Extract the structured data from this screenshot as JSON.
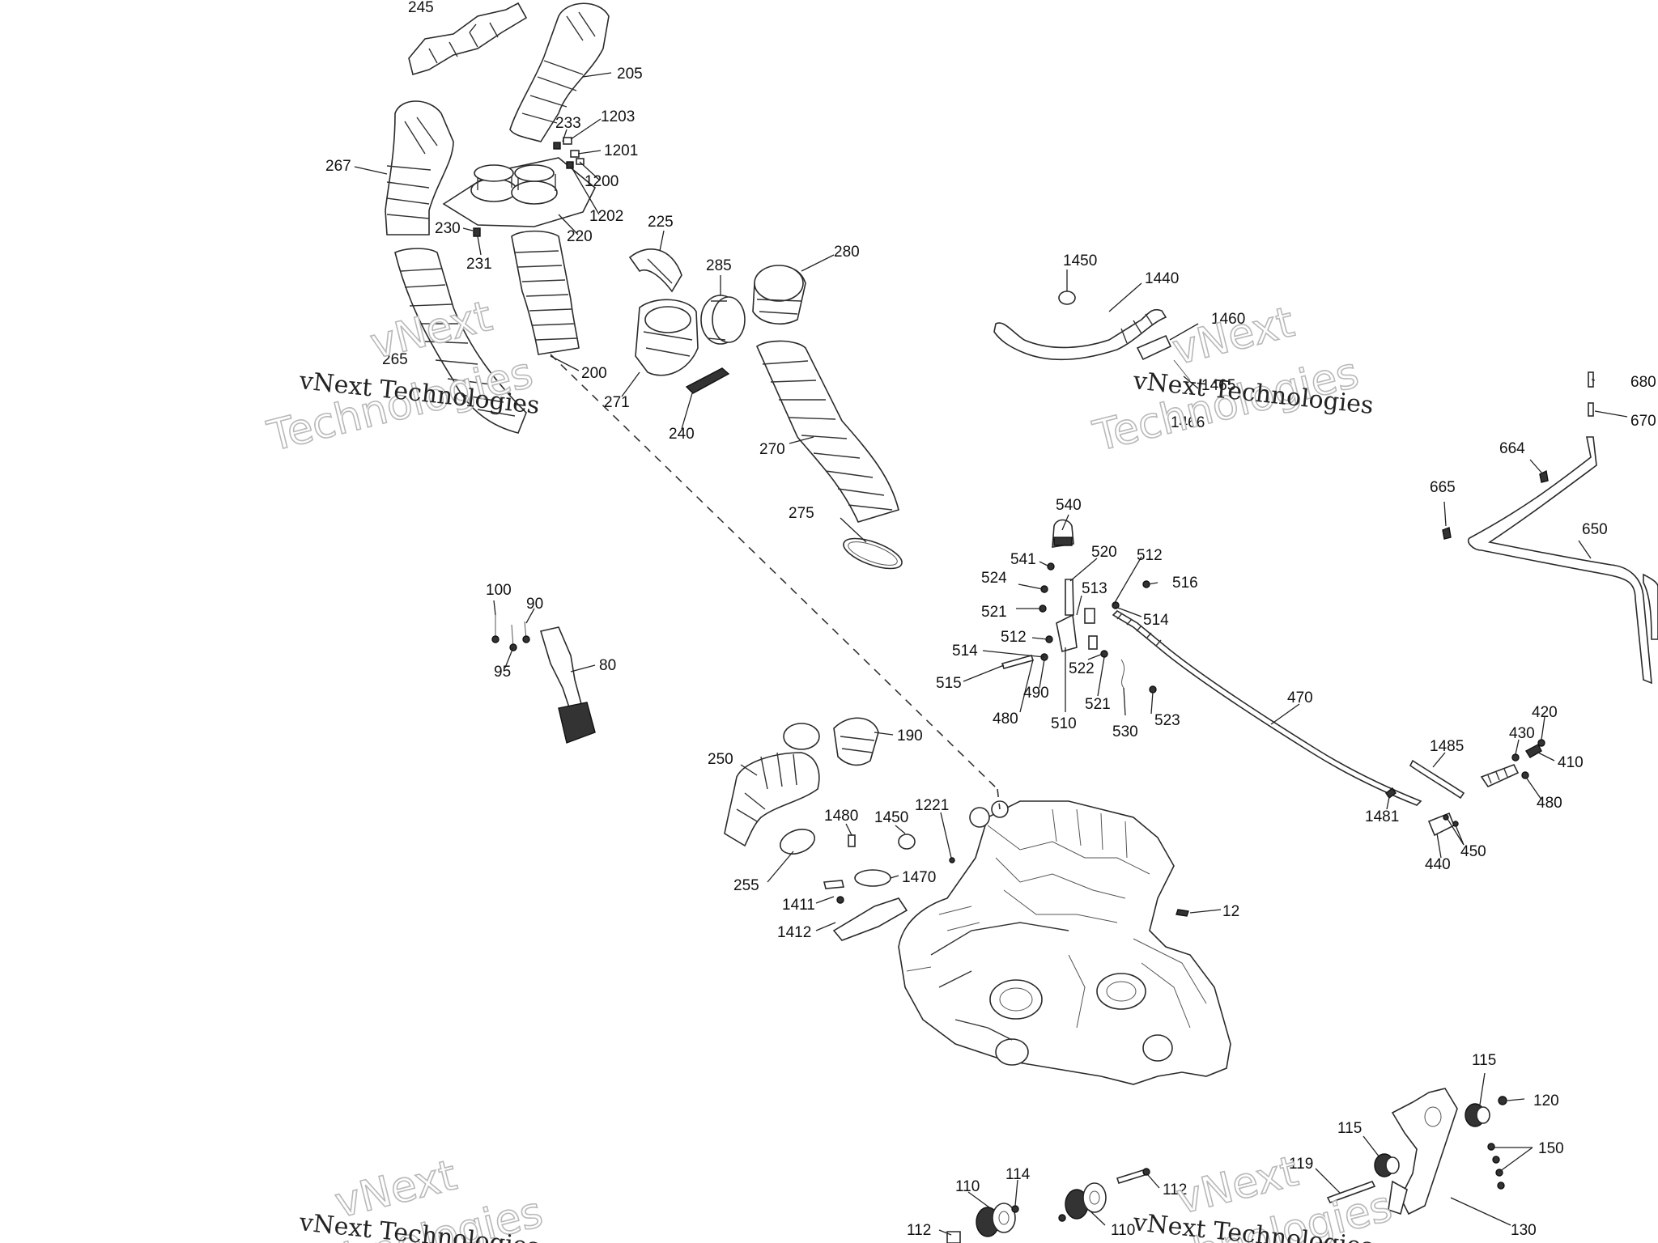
{
  "watermark": {
    "line1": "vNext",
    "line2": "Technologies",
    "tagline": "vNext Technologies"
  },
  "callouts": [
    {
      "id": "245",
      "text": "245"
    },
    {
      "id": "205",
      "text": "205"
    },
    {
      "id": "233",
      "text": "233"
    },
    {
      "id": "1203",
      "text": "1203"
    },
    {
      "id": "1201",
      "text": "1201"
    },
    {
      "id": "267",
      "text": "267"
    },
    {
      "id": "1200",
      "text": "1200"
    },
    {
      "id": "1202",
      "text": "1202"
    },
    {
      "id": "230",
      "text": "230"
    },
    {
      "id": "220",
      "text": "220"
    },
    {
      "id": "231",
      "text": "231"
    },
    {
      "id": "225",
      "text": "225"
    },
    {
      "id": "285",
      "text": "285"
    },
    {
      "id": "280",
      "text": "280"
    },
    {
      "id": "265",
      "text": "265"
    },
    {
      "id": "200",
      "text": "200"
    },
    {
      "id": "271",
      "text": "271"
    },
    {
      "id": "240",
      "text": "240"
    },
    {
      "id": "270",
      "text": "270"
    },
    {
      "id": "275",
      "text": "275"
    },
    {
      "id": "1450a",
      "text": "1450"
    },
    {
      "id": "1440",
      "text": "1440"
    },
    {
      "id": "1460",
      "text": "1460"
    },
    {
      "id": "1465",
      "text": "1465"
    },
    {
      "id": "1466",
      "text": "1466"
    },
    {
      "id": "680",
      "text": "680"
    },
    {
      "id": "670",
      "text": "670"
    },
    {
      "id": "664",
      "text": "664"
    },
    {
      "id": "665",
      "text": "665"
    },
    {
      "id": "650",
      "text": "650"
    },
    {
      "id": "540",
      "text": "540"
    },
    {
      "id": "541",
      "text": "541"
    },
    {
      "id": "520",
      "text": "520"
    },
    {
      "id": "512a",
      "text": "512"
    },
    {
      "id": "524",
      "text": "524"
    },
    {
      "id": "513",
      "text": "513"
    },
    {
      "id": "516",
      "text": "516"
    },
    {
      "id": "521a",
      "text": "521"
    },
    {
      "id": "514a",
      "text": "514"
    },
    {
      "id": "512b",
      "text": "512"
    },
    {
      "id": "514b",
      "text": "514"
    },
    {
      "id": "522",
      "text": "522"
    },
    {
      "id": "515",
      "text": "515"
    },
    {
      "id": "490",
      "text": "490"
    },
    {
      "id": "521b",
      "text": "521"
    },
    {
      "id": "480a",
      "text": "480"
    },
    {
      "id": "510",
      "text": "510"
    },
    {
      "id": "530",
      "text": "530"
    },
    {
      "id": "523",
      "text": "523"
    },
    {
      "id": "470",
      "text": "470"
    },
    {
      "id": "100",
      "text": "100"
    },
    {
      "id": "90",
      "text": "90"
    },
    {
      "id": "95",
      "text": "95"
    },
    {
      "id": "80",
      "text": "80"
    },
    {
      "id": "420",
      "text": "420"
    },
    {
      "id": "430",
      "text": "430"
    },
    {
      "id": "410",
      "text": "410"
    },
    {
      "id": "1485",
      "text": "1485"
    },
    {
      "id": "480b",
      "text": "480"
    },
    {
      "id": "1481",
      "text": "1481"
    },
    {
      "id": "450",
      "text": "450"
    },
    {
      "id": "440",
      "text": "440"
    },
    {
      "id": "250",
      "text": "250"
    },
    {
      "id": "190",
      "text": "190"
    },
    {
      "id": "1480",
      "text": "1480"
    },
    {
      "id": "1450b",
      "text": "1450"
    },
    {
      "id": "1221",
      "text": "1221"
    },
    {
      "id": "255",
      "text": "255"
    },
    {
      "id": "1470",
      "text": "1470"
    },
    {
      "id": "1411",
      "text": "1411"
    },
    {
      "id": "1412",
      "text": "1412"
    },
    {
      "id": "12",
      "text": "12"
    },
    {
      "id": "115a",
      "text": "115"
    },
    {
      "id": "120",
      "text": "120"
    },
    {
      "id": "115b",
      "text": "115"
    },
    {
      "id": "150",
      "text": "150"
    },
    {
      "id": "119",
      "text": "119"
    },
    {
      "id": "110a",
      "text": "110"
    },
    {
      "id": "114",
      "text": "114"
    },
    {
      "id": "112a",
      "text": "112"
    },
    {
      "id": "112b",
      "text": "112"
    },
    {
      "id": "110b",
      "text": "110"
    },
    {
      "id": "130",
      "text": "130"
    }
  ]
}
